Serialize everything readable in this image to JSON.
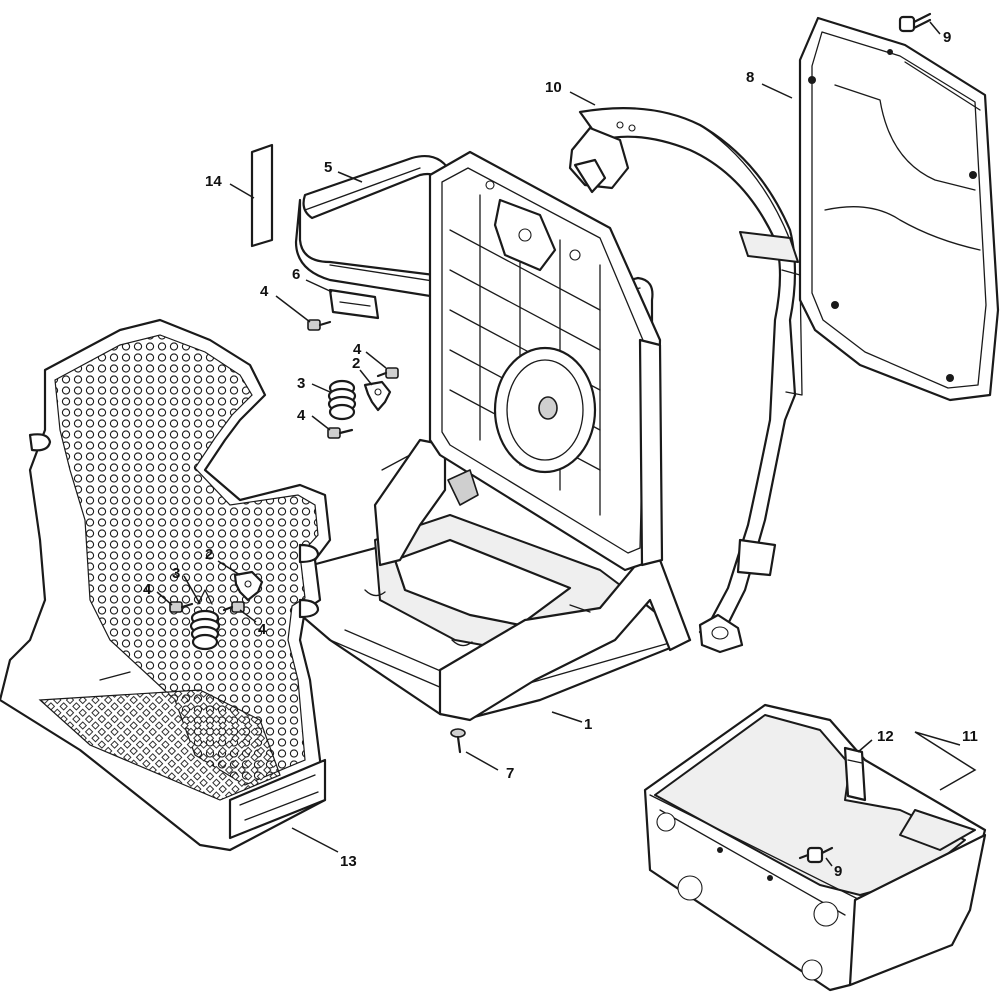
{
  "callouts": [
    {
      "id": "c1",
      "label": "1"
    },
    {
      "id": "c2a",
      "label": "2"
    },
    {
      "id": "c2b",
      "label": "2"
    },
    {
      "id": "c3a",
      "label": "3"
    },
    {
      "id": "c3b",
      "label": "3"
    },
    {
      "id": "c4a",
      "label": "4"
    },
    {
      "id": "c4b",
      "label": "4"
    },
    {
      "id": "c4c",
      "label": "4"
    },
    {
      "id": "c4d",
      "label": "4"
    },
    {
      "id": "c4e",
      "label": "4"
    },
    {
      "id": "c5",
      "label": "5"
    },
    {
      "id": "c6",
      "label": "6"
    },
    {
      "id": "c7",
      "label": "7"
    },
    {
      "id": "c8",
      "label": "8"
    },
    {
      "id": "c9a",
      "label": "9"
    },
    {
      "id": "c9b",
      "label": "9"
    },
    {
      "id": "c10",
      "label": "10"
    },
    {
      "id": "c11",
      "label": "11"
    },
    {
      "id": "c12",
      "label": "12"
    },
    {
      "id": "c13",
      "label": "13"
    },
    {
      "id": "c14",
      "label": "14"
    }
  ]
}
